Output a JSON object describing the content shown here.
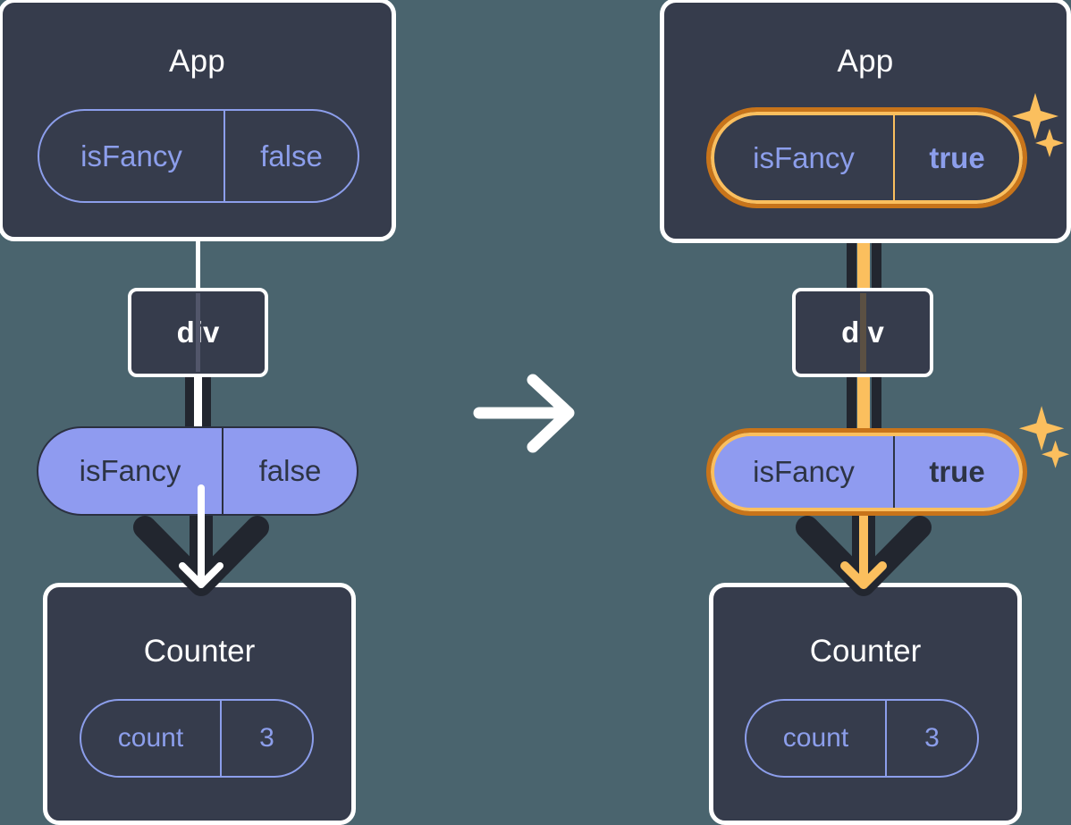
{
  "diagram": {
    "title": "React state propagation: isFancy false to true",
    "background_color": "#4A646E",
    "box_fill": "#363C4C",
    "box_stroke": "#FFFFFF",
    "pill_purple_fill": "#8F9BF0",
    "pill_purple_stroke": "#8C9EEB",
    "highlight_orange_light": "#FBBF5E",
    "highlight_orange_dark": "#C8741A",
    "wire_dark": "#22262F"
  },
  "transition": {
    "icon": "arrow-right-icon",
    "color": "#FFFFFF"
  },
  "before": {
    "app": {
      "title": "App",
      "state_pill": {
        "key": "isFancy",
        "value": "false",
        "style": "outline",
        "highlighted": false,
        "value_bold": false
      }
    },
    "div": {
      "label": "div"
    },
    "prop_pill": {
      "key": "isFancy",
      "value": "false",
      "style": "filled",
      "highlighted": false,
      "value_bold": false
    },
    "counter": {
      "title": "Counter",
      "state_pill": {
        "key": "count",
        "value": "3",
        "style": "outline",
        "highlighted": false,
        "value_bold": false
      }
    },
    "sparkles": []
  },
  "after": {
    "app": {
      "title": "App",
      "state_pill": {
        "key": "isFancy",
        "value": "true",
        "style": "outline",
        "highlighted": true,
        "value_bold": true
      }
    },
    "div": {
      "label": "div"
    },
    "prop_pill": {
      "key": "isFancy",
      "value": "true",
      "style": "filled",
      "highlighted": true,
      "value_bold": true
    },
    "counter": {
      "title": "Counter",
      "state_pill": {
        "key": "count",
        "value": "3",
        "style": "outline",
        "highlighted": false,
        "value_bold": false
      }
    },
    "sparkles": [
      {
        "name": "sparkle-icon-app",
        "color": "#FBBF5E"
      },
      {
        "name": "sparkle-icon-prop",
        "color": "#FBBF5E"
      }
    ]
  }
}
